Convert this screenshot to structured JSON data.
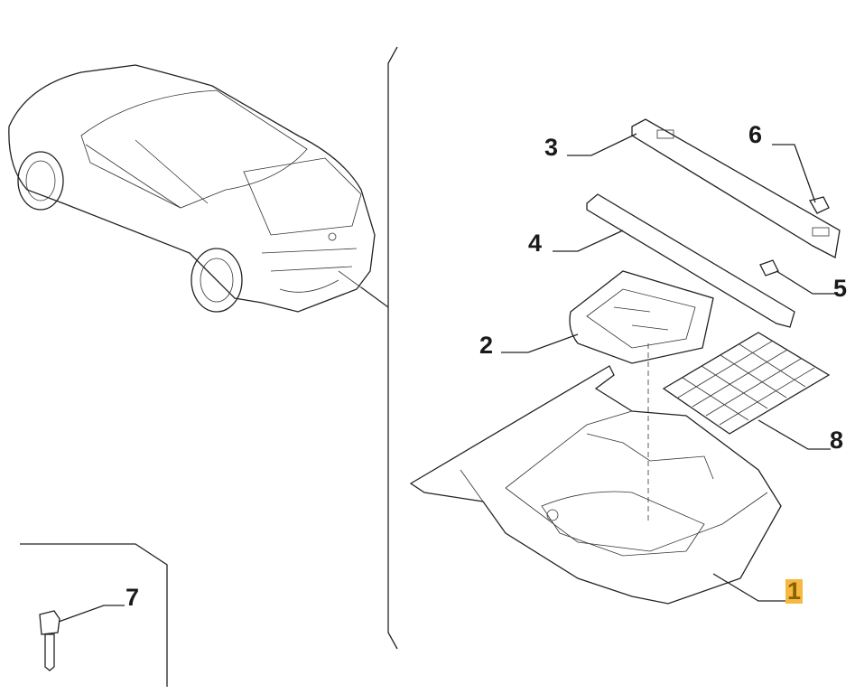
{
  "diagram": {
    "callouts": [
      {
        "number": "1",
        "part": "luggage-compartment-tray",
        "highlighted": true
      },
      {
        "number": "2",
        "part": "tool-holder-insert",
        "highlighted": false
      },
      {
        "number": "3",
        "part": "upper-trim-rail",
        "highlighted": false
      },
      {
        "number": "4",
        "part": "lower-trim-rail",
        "highlighted": false
      },
      {
        "number": "5",
        "part": "small-clip",
        "highlighted": false
      },
      {
        "number": "6",
        "part": "cap",
        "highlighted": false
      },
      {
        "number": "7",
        "part": "screw",
        "highlighted": false
      },
      {
        "number": "8",
        "part": "luggage-net",
        "highlighted": false
      }
    ],
    "highlight_color": "#f5b942"
  }
}
